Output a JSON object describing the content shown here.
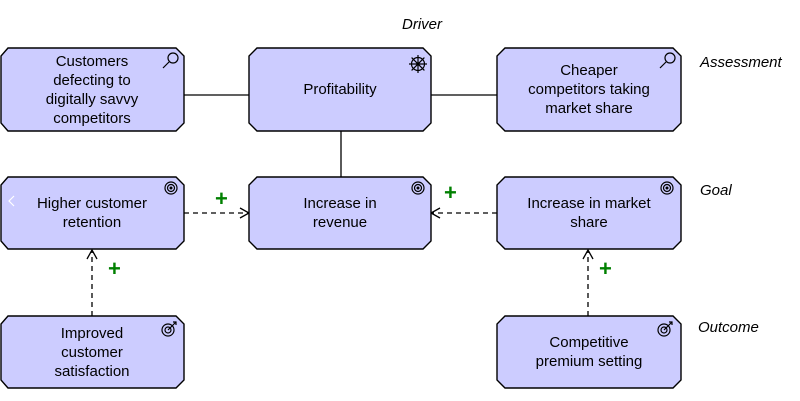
{
  "layers": {
    "driver": "Driver",
    "assessment": "Assessment",
    "goal": "Goal",
    "outcome": "Outcome"
  },
  "nodes": {
    "customers_defecting": {
      "label": "Customers\ndefecting to\ndigitally savvy\ncompetitors",
      "icon": "magnifier-icon"
    },
    "profitability": {
      "label": "Profitability",
      "icon": "driver-wheel-icon"
    },
    "cheaper_competitors": {
      "label": "Cheaper\ncompetitors taking\nmarket share",
      "icon": "magnifier-icon"
    },
    "higher_retention": {
      "label": "Higher customer\nretention",
      "icon": "target-icon"
    },
    "increase_revenue": {
      "label": "Increase in\nrevenue",
      "icon": "target-icon"
    },
    "increase_market_share": {
      "label": "Increase in market\nshare",
      "icon": "target-icon"
    },
    "improved_satisfaction": {
      "label": "Improved\ncustomer\nsatisfaction",
      "icon": "outcome-target-icon"
    },
    "competitive_premium": {
      "label": "Competitive\npremium setting",
      "icon": "outcome-target-icon"
    }
  },
  "influence": {
    "positive_sign": "+"
  },
  "colors": {
    "node_fill": "#ccccff",
    "plus_green": "#008000"
  }
}
